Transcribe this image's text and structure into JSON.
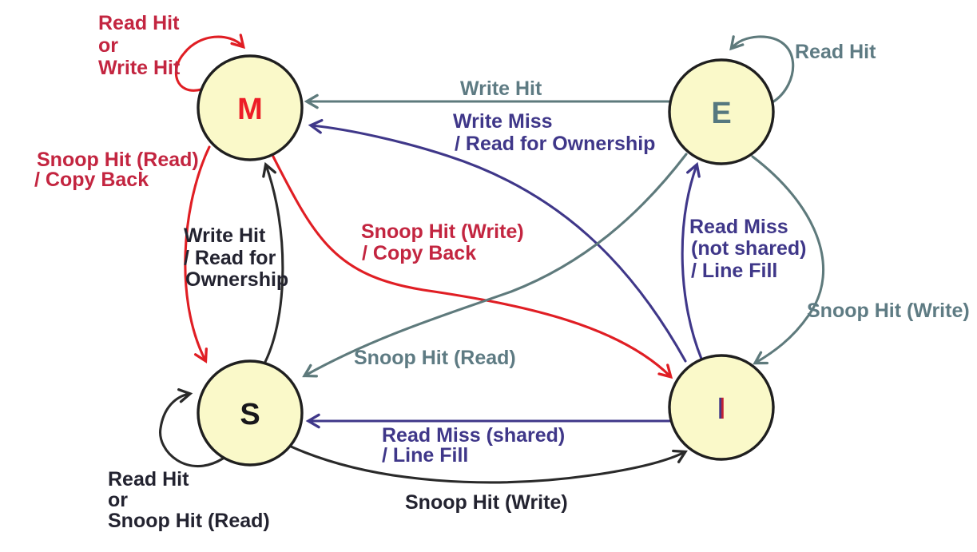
{
  "diagram": {
    "kind": "state-machine",
    "protocol_states": [
      "M",
      "E",
      "S",
      "I"
    ]
  },
  "colors": {
    "background": "#ffffff",
    "state_fill": "#FAF9C9",
    "state_border": "#1F1F1F",
    "red_edge": "#E01E24",
    "red_text": "#C32540",
    "gray_edge": "#5E7A7C",
    "gray_text": "#5E7B83",
    "purple": "#3F3789",
    "black_edge": "#2A2A2A",
    "black_text": "#232330",
    "m_letter": "#ED1D26",
    "e_letter": "#55787F",
    "s_letter": "#17171B",
    "i_letter_left": "#3F3789",
    "i_letter_right": "#C22133"
  },
  "states": [
    {
      "id": "M",
      "label": "M"
    },
    {
      "id": "E",
      "label": "E"
    },
    {
      "id": "S",
      "label": "S"
    },
    {
      "id": "I",
      "label": "I"
    }
  ],
  "labels": {
    "m_self": [
      "Read Hit",
      "or",
      "Write Hit"
    ],
    "e_self": [
      "Read Hit"
    ],
    "s_self": [
      "Read Hit",
      "or",
      "Snoop Hit (Read)"
    ],
    "e_to_m": [
      "Write Hit"
    ],
    "i_to_m": [
      "Write Miss",
      "/ Read for Ownership"
    ],
    "m_to_s": [
      "Snoop Hit (Read)",
      "/ Copy Back"
    ],
    "s_to_m": [
      "Write Hit",
      "/ Read for",
      "Ownership"
    ],
    "m_to_i": [
      "Snoop Hit (Write)",
      "/ Copy Back"
    ],
    "e_to_s": [
      "Snoop Hit (Read)"
    ],
    "i_to_e": [
      "Read Miss",
      "(not shared)",
      "/ Line Fill"
    ],
    "e_to_i": [
      "Snoop Hit (Write)"
    ],
    "i_to_s": [
      "Read Miss (shared)",
      "/ Line Fill"
    ],
    "s_to_i": [
      "Snoop Hit (Write)"
    ]
  },
  "transitions": [
    {
      "from": "M",
      "to": "M",
      "label": "Read Hit or Write Hit"
    },
    {
      "from": "E",
      "to": "E",
      "label": "Read Hit"
    },
    {
      "from": "S",
      "to": "S",
      "label": "Read Hit or Snoop Hit (Read)"
    },
    {
      "from": "E",
      "to": "M",
      "label": "Write Hit"
    },
    {
      "from": "I",
      "to": "M",
      "label": "Write Miss / Read for Ownership"
    },
    {
      "from": "M",
      "to": "S",
      "label": "Snoop Hit (Read) / Copy Back"
    },
    {
      "from": "S",
      "to": "M",
      "label": "Write Hit / Read for Ownership"
    },
    {
      "from": "M",
      "to": "I",
      "label": "Snoop Hit (Write) / Copy Back"
    },
    {
      "from": "I",
      "to": "E",
      "label": "Read Miss (not shared) / Line Fill"
    },
    {
      "from": "E",
      "to": "S",
      "label": "Snoop Hit (Read)"
    },
    {
      "from": "E",
      "to": "I",
      "label": "Snoop Hit (Write)"
    },
    {
      "from": "I",
      "to": "S",
      "label": "Read Miss (shared) / Line Fill"
    },
    {
      "from": "S",
      "to": "I",
      "label": "Snoop Hit (Write)"
    }
  ]
}
